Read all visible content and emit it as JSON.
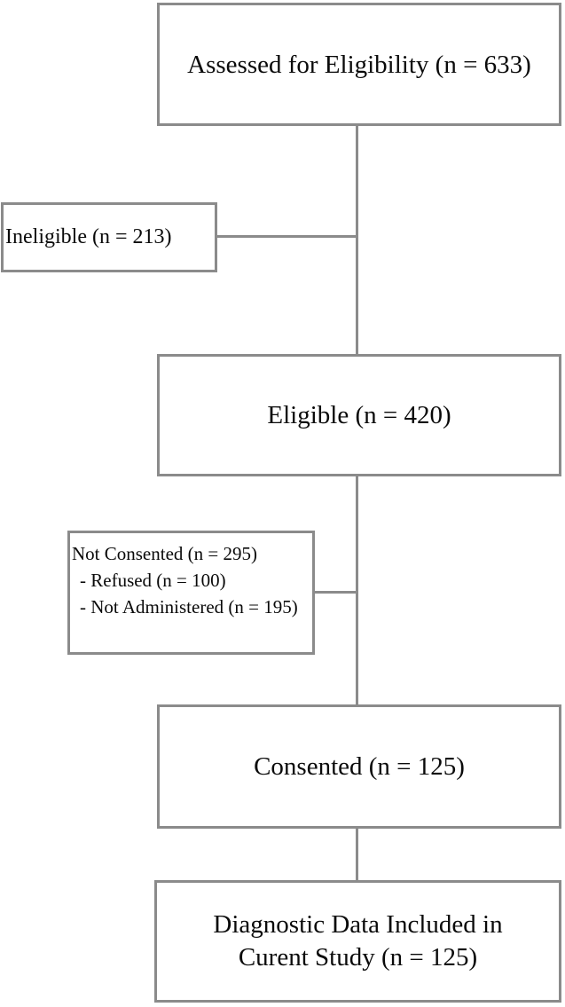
{
  "flowchart": {
    "assessed": {
      "label": "Assessed for Eligibility (n = 633)"
    },
    "ineligible": {
      "label": "Ineligible (n = 213)"
    },
    "eligible": {
      "label": "Eligible (n = 420)"
    },
    "not_consented": {
      "line1": "Not Consented (n = 295)",
      "line2": "- Refused (n = 100)",
      "line3": "- Not Administered (n = 195)"
    },
    "consented": {
      "label": "Consented (n = 125)"
    },
    "diagnostic": {
      "line1": "Diagnostic Data Included in",
      "line2": "Curent Study (n = 125)"
    },
    "colors": {
      "border": "#8b8b8b",
      "connector": "#8b8b8b",
      "text": "#0a0a0a",
      "background": "#ffffff"
    }
  }
}
